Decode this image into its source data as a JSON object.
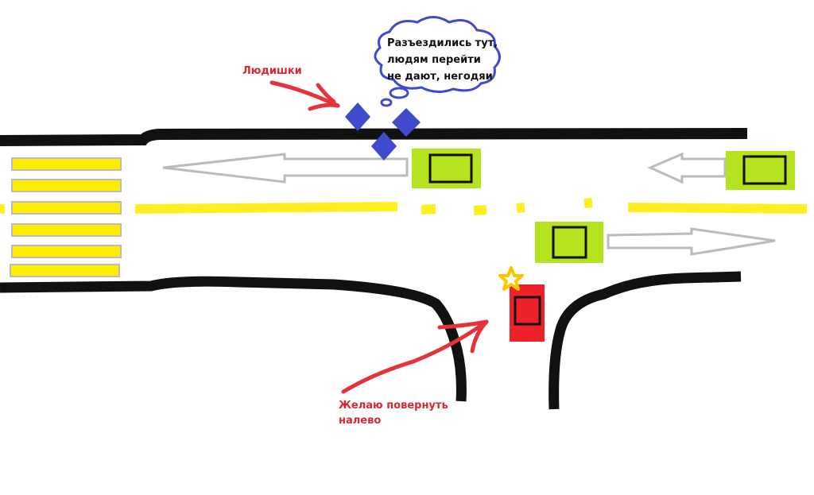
{
  "labels": {
    "people": "Людишки",
    "thought_line1": "Разъездились тут,",
    "thought_line2": "людям перейти",
    "thought_line3": "не дают, негодяи",
    "turn_line1": "Желаю повернуть",
    "turn_line2": "налево"
  },
  "colors": {
    "road_edge": "#111111",
    "center_line": "#ffee22",
    "crosswalk": "#ffee00",
    "car_green": "#b5e31f",
    "car_red": "#ee2028",
    "pedestrian": "#3f4bcc",
    "annotation": "#e5323c",
    "star": "#ffc400"
  }
}
